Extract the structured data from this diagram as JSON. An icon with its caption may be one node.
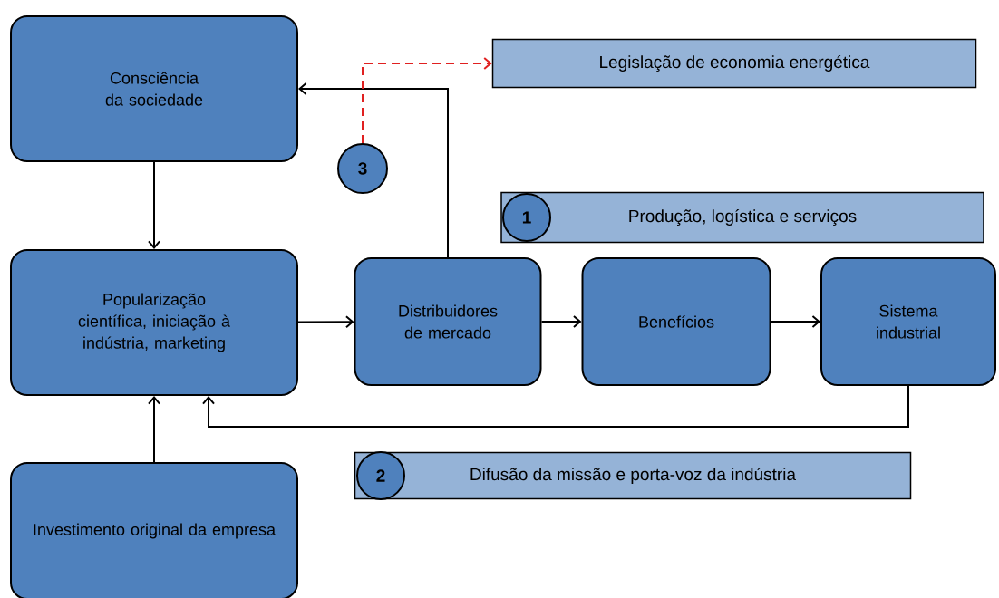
{
  "diagram": {
    "nodes": [
      {
        "text": [
          "Consciência da sociedade"
        ]
      },
      {
        "text": [
          "3"
        ]
      },
      {
        "text": [
          "Legislação de economia energética"
        ]
      },
      {
        "text": [
          "Produção, logística e serviços"
        ]
      },
      {
        "text": [
          "1"
        ],
        "in": 3
      },
      {
        "text": [
          "Popularização científica, iniciação à indústria, marketing"
        ]
      },
      {
        "text": [
          "Distribuidores de mercado"
        ]
      },
      {
        "text": [
          "Benefícios"
        ]
      },
      {
        "text": [
          "Sistema industrial"
        ]
      },
      {
        "text": [
          "Difusão da missão e porta-voz da indústria"
        ]
      },
      {
        "text": [
          "2"
        ],
        "in": 9
      },
      {
        "text": [
          "Investimento original da empresa"
        ]
      }
    ],
    "edges": [
      {
        "from": 0,
        "to": 5,
        "arrow": "to"
      },
      {
        "from": 11,
        "to": 5,
        "arrow": "to"
      },
      {
        "from": 5,
        "to": 6,
        "arrow": "to"
      },
      {
        "from": 6,
        "to": 7,
        "arrow": "to"
      },
      {
        "from": 7,
        "to": 8,
        "arrow": "to"
      },
      {
        "from": 6,
        "to": 0,
        "arrow": "to"
      },
      {
        "from": 8,
        "to": 5,
        "arrow": "to"
      },
      {
        "from": 1,
        "to": 2,
        "arrow": "to",
        "style": "dashed",
        "color": "#e02020"
      }
    ]
  }
}
